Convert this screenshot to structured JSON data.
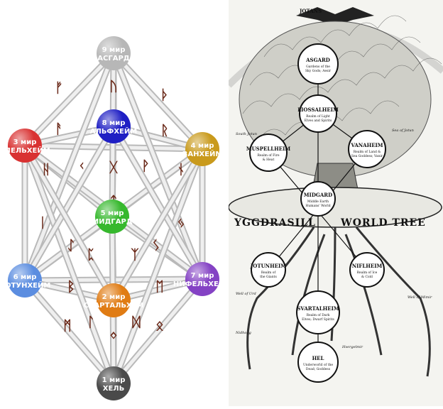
{
  "worlds": [
    {
      "id": "w9",
      "num": "9 мир",
      "name": "АСГАРД",
      "color": "#b7b7b7"
    },
    {
      "id": "w8",
      "num": "8 мир",
      "name": "АЛЬФХЕЙМ",
      "color": "#1f1fc4"
    },
    {
      "id": "w3",
      "num": "3 мир",
      "name": "СПЕЛЬХЕЙМ",
      "color": "#d93232"
    },
    {
      "id": "w4",
      "num": "4 мир",
      "name": "ВАНХЕЙМ",
      "color": "#c99a1c"
    },
    {
      "id": "w5",
      "num": "5 мир",
      "name": "МИДГАРД",
      "color": "#36b82d"
    },
    {
      "id": "w6",
      "num": "6 мир",
      "name": "ЙОТУНХЕЙМ",
      "color": "#5b8de0"
    },
    {
      "id": "w7",
      "num": "7 мир",
      "name": "НИФЕЛЬХЕЙМ",
      "color": "#8442c4"
    },
    {
      "id": "w2",
      "num": "2 мир",
      "name": "СВАРТАЛЬХЕМ",
      "color": "#e07c14"
    },
    {
      "id": "w1",
      "num": "1 мир",
      "name": "ХЕЛЬ",
      "color": "#4a4a4a"
    }
  ],
  "runes": [
    "ᚠ",
    "ᚢ",
    "ᚦ",
    "ᚨ",
    "ᚱ",
    "ᚲ",
    "ᚷ",
    "ᚹ",
    "ᚺ",
    "ᚾ",
    "ᛁ",
    "ᛃ",
    "ᛇ",
    "ᛈ",
    "ᛉ",
    "ᛊ",
    "ᛏ",
    "ᛒ",
    "ᛖ",
    "ᛗ",
    "ᛚ",
    "ᛜ",
    "ᛞ",
    "ᛟ"
  ],
  "tree": {
    "top_label": "JOTANS",
    "banner_left": "YGGDRASILL",
    "banner_right": "WORLD TREE",
    "nodes": [
      {
        "id": "asgard",
        "name": "ASGARD",
        "sub": "Gardens of the Sky Gods; Aesir"
      },
      {
        "id": "liossalheim",
        "name": "LIOSSALHEIM",
        "sub": "Realm of Light Elves and Spirits"
      },
      {
        "id": "muspellheim",
        "name": "MUSPELLHEIM",
        "sub": "Realm of Fire & Heat"
      },
      {
        "id": "vanaheim",
        "name": "VANAHEIM",
        "sub": "Realm of Land & Sea Goddess; Vanir"
      },
      {
        "id": "midgard",
        "name": "MIDGARD",
        "sub": "Middle Earth Humans' World"
      },
      {
        "id": "jotunheim",
        "name": "JOTUNHEIM",
        "sub": "Realm of the Giants"
      },
      {
        "id": "niflheim",
        "name": "NIFLHEIM",
        "sub": "Realm of Ice & Cold"
      },
      {
        "id": "svartalheim",
        "name": "SVARTALHEIM",
        "sub": "Realm of Dark Elves; Dwarf Spirits"
      },
      {
        "id": "hel",
        "name": "HEL",
        "sub": "Underworld of the Dead; Goddess"
      }
    ],
    "side_labels": [
      "South Jotun",
      "Sea of Jotun",
      "Well of Urd",
      "Well of Mimir",
      "Nidhogg",
      "Hvergelmir"
    ]
  }
}
